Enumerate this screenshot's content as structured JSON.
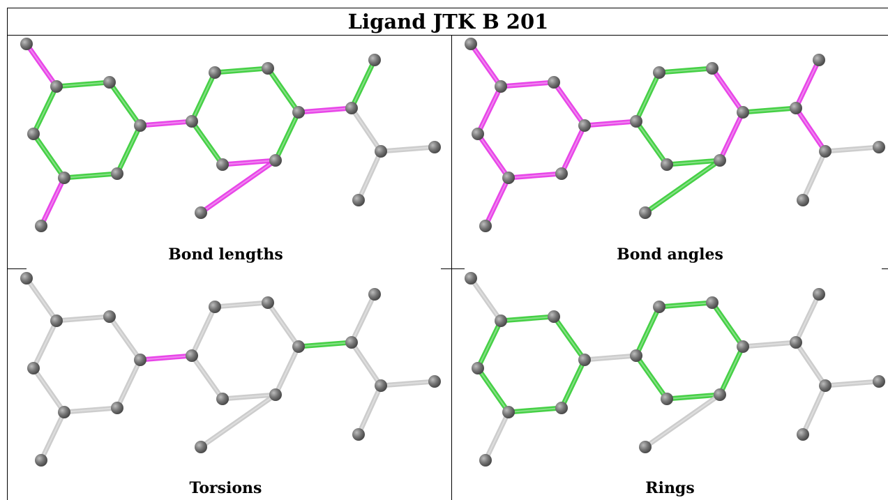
{
  "title": "Ligand JTK B 201",
  "colors": {
    "green": "#33cc33",
    "magenta": "#e633e6",
    "grey": "#c8c8c8",
    "atom": "#777777"
  },
  "panels": [
    {
      "label": "Bond lengths",
      "highlight": {
        "0-1": "magenta",
        "1-2": "green",
        "2-3": "green",
        "3-4": "green",
        "4-5": "green",
        "5-6": "green",
        "6-1": "green",
        "5-7": "magenta",
        "3-8": "magenta",
        "8-9": "green",
        "9-10": "green",
        "10-11": "green",
        "11-12": "green",
        "12-13": "magenta",
        "13-8": "green",
        "12-14": "magenta",
        "11-15": "magenta",
        "15-16": "green",
        "15-17": "grey",
        "17-18": "grey",
        "17-19": "grey"
      }
    },
    {
      "label": "Bond angles",
      "highlight": {
        "0-1": "magenta",
        "1-2": "magenta",
        "2-3": "magenta",
        "3-4": "magenta",
        "4-5": "magenta",
        "5-6": "magenta",
        "6-1": "magenta",
        "5-7": "magenta",
        "3-8": "magenta",
        "8-9": "green",
        "9-10": "green",
        "10-11": "magenta",
        "11-12": "magenta",
        "12-13": "green",
        "13-8": "green",
        "12-14": "green",
        "11-15": "green",
        "15-16": "magenta",
        "15-17": "magenta",
        "17-18": "grey",
        "17-19": "grey"
      }
    },
    {
      "label": "Torsions",
      "highlight": {
        "0-1": "grey",
        "1-2": "grey",
        "2-3": "grey",
        "3-4": "grey",
        "4-5": "grey",
        "5-6": "grey",
        "6-1": "grey",
        "5-7": "grey",
        "3-8": "magenta",
        "8-9": "grey",
        "9-10": "grey",
        "10-11": "grey",
        "11-12": "grey",
        "12-13": "grey",
        "13-8": "grey",
        "12-14": "grey",
        "11-15": "green",
        "15-16": "grey",
        "15-17": "grey",
        "17-18": "grey",
        "17-19": "grey"
      }
    },
    {
      "label": "Rings",
      "highlight": {
        "0-1": "grey",
        "1-2": "green",
        "2-3": "green",
        "3-4": "green",
        "4-5": "green",
        "5-6": "green",
        "6-1": "green",
        "5-7": "grey",
        "3-8": "grey",
        "8-9": "green",
        "9-10": "green",
        "10-11": "green",
        "11-12": "green",
        "12-13": "green",
        "13-8": "green",
        "12-14": "grey",
        "11-15": "grey",
        "15-16": "grey",
        "15-17": "grey",
        "17-18": "grey",
        "17-19": "grey"
      }
    }
  ]
}
